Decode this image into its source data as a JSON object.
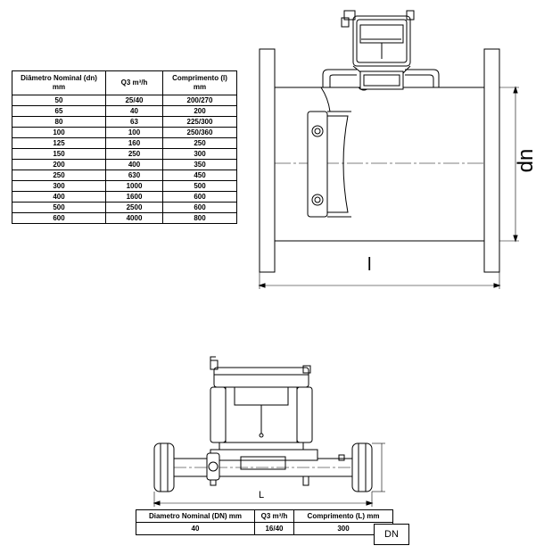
{
  "top_table": {
    "headers": [
      "Diâmetro Nominal (dn) mm",
      "Q3 m³/h",
      "Comprimento (l) mm"
    ],
    "rows": [
      [
        "50",
        "25/40",
        "200/270"
      ],
      [
        "65",
        "40",
        "200"
      ],
      [
        "80",
        "63",
        "225/300"
      ],
      [
        "100",
        "100",
        "250/360"
      ],
      [
        "125",
        "160",
        "250"
      ],
      [
        "150",
        "250",
        "300"
      ],
      [
        "200",
        "400",
        "350"
      ],
      [
        "250",
        "630",
        "450"
      ],
      [
        "300",
        "1000",
        "500"
      ],
      [
        "400",
        "1600",
        "600"
      ],
      [
        "500",
        "2500",
        "600"
      ],
      [
        "600",
        "4000",
        "800"
      ]
    ]
  },
  "bottom_table": {
    "headers": [
      "Diametro Nominal (DN) mm",
      "Q3 m³/h",
      "Comprimento (L) mm"
    ],
    "row": [
      "40",
      "16/40",
      "300"
    ]
  },
  "labels": {
    "top_diameter": "dn",
    "top_length": "l",
    "bottom_length": "L",
    "bottom_diameter": "DN"
  }
}
